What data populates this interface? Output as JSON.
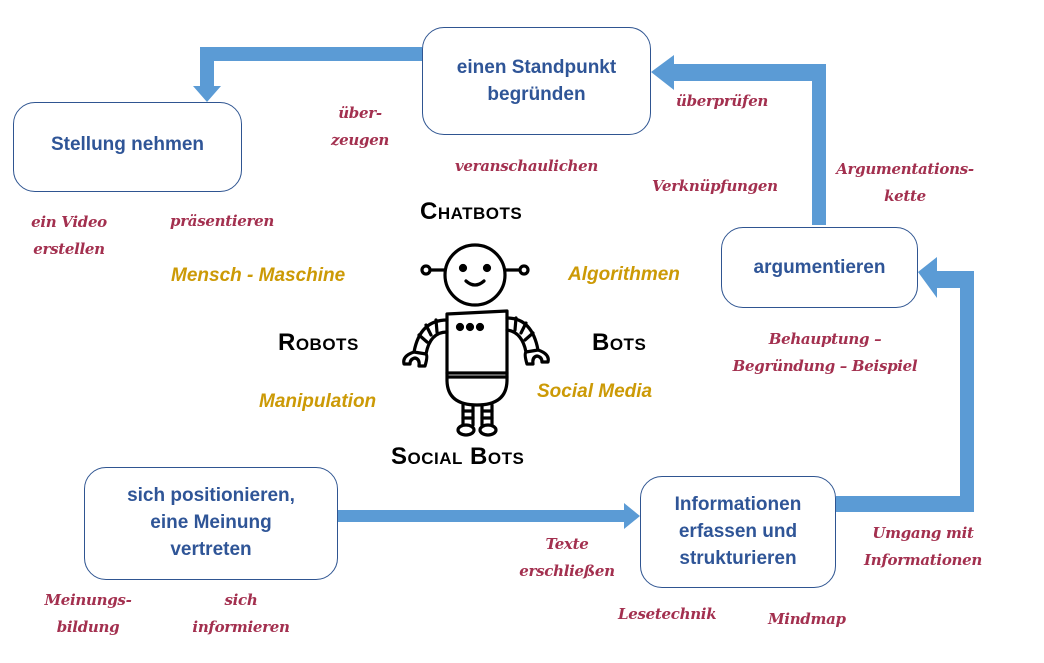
{
  "boxes": {
    "standpunkt": [
      "einen Standpunkt",
      "begründen"
    ],
    "stellung": [
      "Stellung nehmen"
    ],
    "argumentieren": [
      "argumentieren"
    ],
    "positionieren": [
      "sich positionieren,",
      "eine Meinung",
      "vertreten"
    ],
    "informationen": [
      "Informationen",
      "erfassen und",
      "strukturieren"
    ]
  },
  "center": {
    "top": "Chatbots",
    "left": "Robots",
    "right": "Bots",
    "bottom": "Social Bots",
    "robot_icon": "robot-icon"
  },
  "keywords": {
    "mensch_maschine": "Mensch - Maschine",
    "algorithmen": "Algorithmen",
    "manipulation": "Manipulation",
    "social_media": "Social Media"
  },
  "annotations": {
    "ueberzeugen": [
      "über-",
      "zeugen"
    ],
    "veranschaulichen": "veranschaulichen",
    "ueberpruefen": "überprüfen",
    "verknuepfungen": "Verknüpfungen",
    "argumentationskette": [
      "Argumentations-",
      "kette"
    ],
    "video": [
      "ein Video",
      "erstellen"
    ],
    "praesentieren": "präsentieren",
    "behauptung": [
      "Behauptung –",
      "Begründung – Beispiel"
    ],
    "meinungsbildung": [
      "Meinungs-",
      "bildung"
    ],
    "informieren": [
      "sich",
      "informieren"
    ],
    "texte": [
      "Texte",
      "erschließen"
    ],
    "lesetechnik": "Lesetechnik",
    "mindmap": "Mindmap",
    "umgang": [
      "Umgang mit",
      "Informationen"
    ]
  },
  "colors": {
    "arrow": "#5b9bd5",
    "box_text": "#2f5597",
    "box_border": "#2f5591",
    "annotation": "#a3304f",
    "keyword": "#cc9a06",
    "center_label": "#000000"
  }
}
